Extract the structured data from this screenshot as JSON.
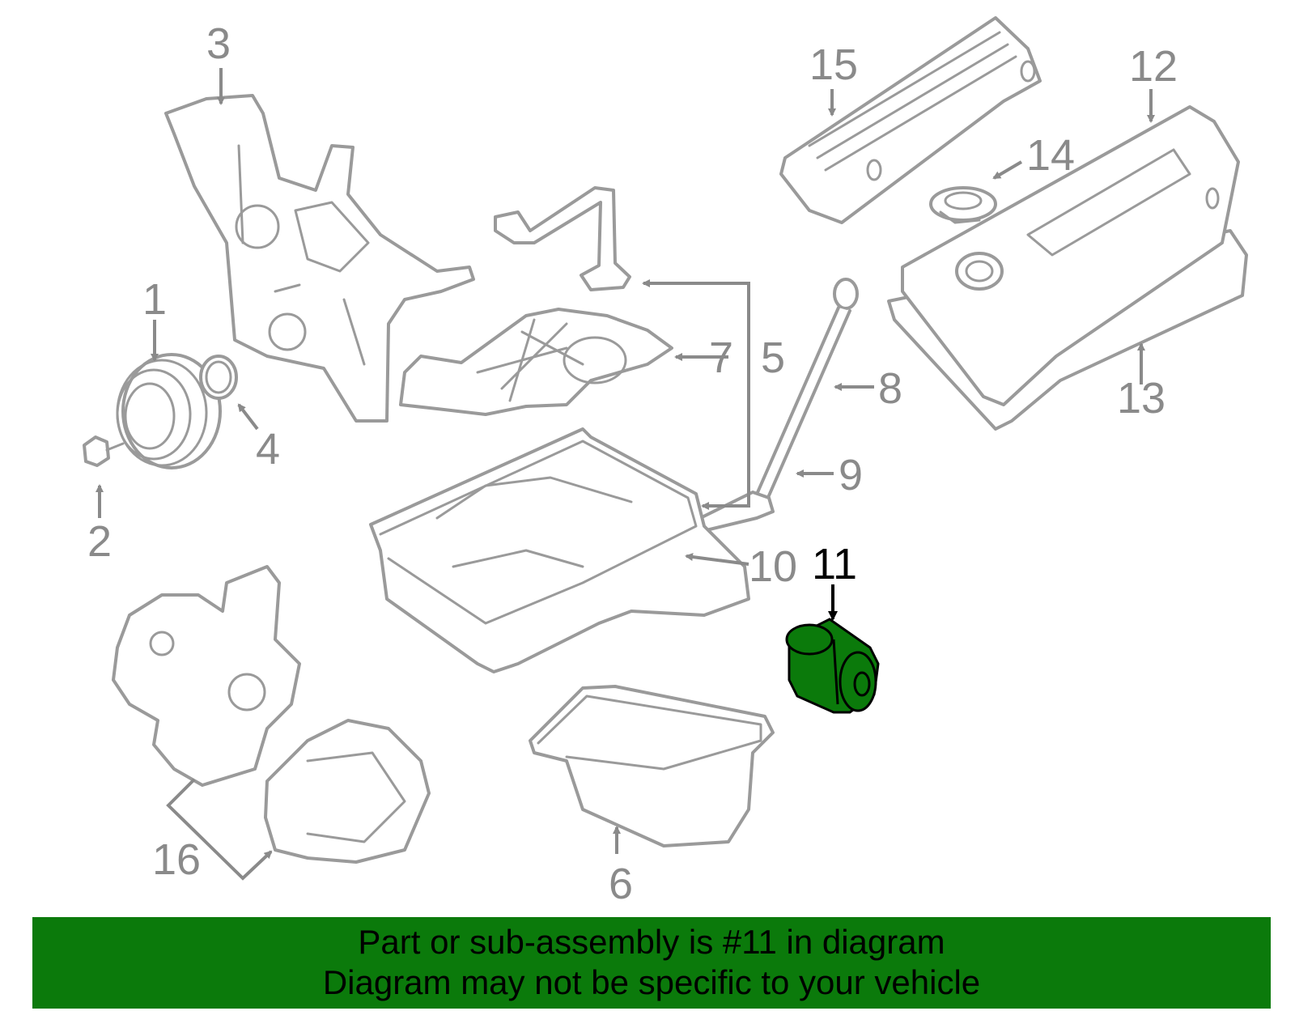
{
  "callouts": {
    "c1": "1",
    "c2": "2",
    "c3": "3",
    "c4": "4",
    "c5": "5",
    "c6": "6",
    "c7": "7",
    "c8": "8",
    "c9": "9",
    "c10": "10",
    "c11": "11",
    "c12": "12",
    "c13": "13",
    "c14": "14",
    "c15": "15",
    "c16": "16"
  },
  "highlight": {
    "part_number": "11",
    "color": "#0b7a0b",
    "label_color": "#000000"
  },
  "parts": [
    {
      "callout": "1",
      "icon": "crankshaft-pulley-icon"
    },
    {
      "callout": "2",
      "icon": "pulley-bolt-icon"
    },
    {
      "callout": "3",
      "icon": "timing-cover-icon"
    },
    {
      "callout": "4",
      "icon": "front-seal-icon"
    },
    {
      "callout": "5",
      "icon": "oil-pickup-tube-icon"
    },
    {
      "callout": "6",
      "icon": "lower-oil-pan-icon"
    },
    {
      "callout": "7",
      "icon": "baffle-plate-icon"
    },
    {
      "callout": "8",
      "icon": "dipstick-icon"
    },
    {
      "callout": "9",
      "icon": "dipstick-tube-icon"
    },
    {
      "callout": "10",
      "icon": "drain-plug-gasket-icon"
    },
    {
      "callout": "11",
      "icon": "oil-filter-icon"
    },
    {
      "callout": "12",
      "icon": "valve-cover-icon"
    },
    {
      "callout": "13",
      "icon": "valve-cover-gasket-icon"
    },
    {
      "callout": "14",
      "icon": "oil-filler-cap-icon"
    },
    {
      "callout": "15",
      "icon": "engine-cover-icon"
    },
    {
      "callout": "16",
      "icon": "oil-pump-icon"
    }
  ],
  "banner": {
    "line1": "Part or sub-assembly is #11 in diagram",
    "line2": "Diagram may not be specific to your vehicle"
  },
  "colors": {
    "banner_bg": "#0b7a0b",
    "line_art": "#9a9a9a",
    "callout_text": "#8a8a8a"
  }
}
